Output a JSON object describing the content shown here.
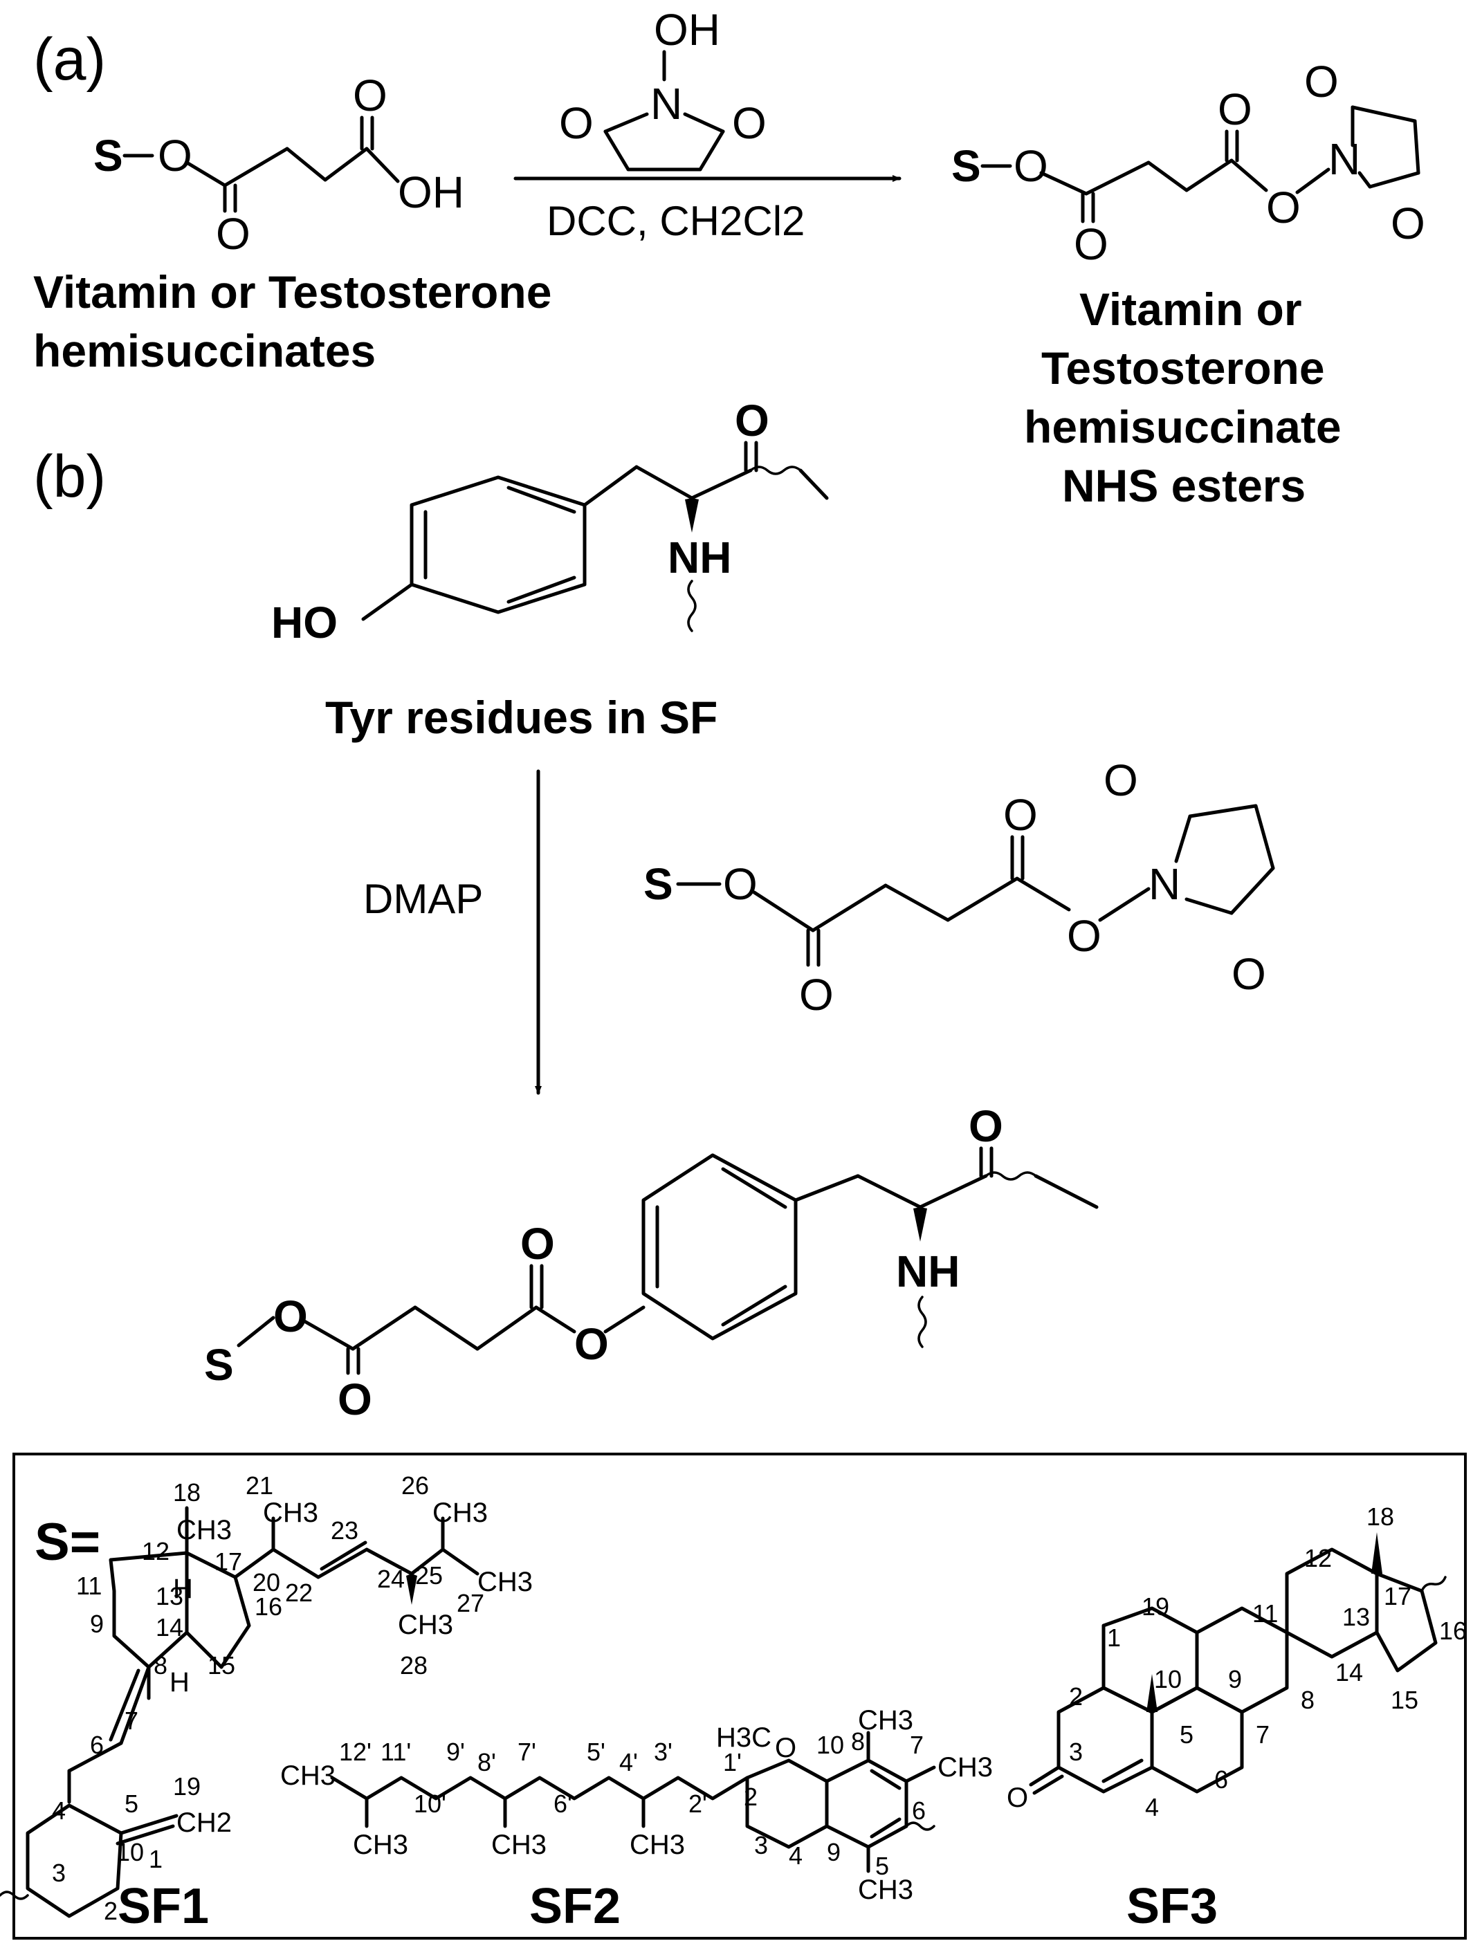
{
  "part_a": {
    "label": "(a)",
    "reactant_name_line1": "Vitamin or Testosterone",
    "reactant_name_line2": "hemisuccinates",
    "reagent": "DCC, CH2Cl2",
    "product_name_line1": "Vitamin or",
    "product_name_line2": "Testosterone",
    "product_name_line3": "hemisuccinate",
    "product_name_line4": "NHS esters"
  },
  "part_b": {
    "label": "(b)",
    "tyr_label": "Tyr residues in SF",
    "reagent": "DMAP"
  },
  "atoms": {
    "S": "S",
    "O": "O",
    "OH": "OH",
    "N": "N",
    "HO": "HO",
    "NH": "NH",
    "H": "H",
    "CH3": "CH3",
    "H3C": "H3C",
    "CH2": "CH2",
    "S_eq": "S="
  },
  "structures": {
    "sf1_label": "SF1",
    "sf2_label": "SF2",
    "sf3_label": "SF3"
  },
  "numbering": {
    "sf1": [
      "18",
      "21",
      "26",
      "12",
      "17",
      "20",
      "23",
      "24",
      "25",
      "11",
      "13",
      "22",
      "16",
      "27",
      "9",
      "14",
      "15",
      "28",
      "8",
      "7",
      "6",
      "5",
      "19",
      "4",
      "10",
      "3",
      "1",
      "2"
    ],
    "sf2": [
      "12'",
      "11'",
      "9'",
      "10'",
      "8'",
      "7'",
      "6'",
      "5'",
      "4'",
      "3'",
      "2'",
      "1'",
      "2",
      "10",
      "8",
      "7",
      "3",
      "4",
      "9",
      "6",
      "5"
    ],
    "sf3": [
      "18",
      "12",
      "19",
      "11",
      "13",
      "17",
      "1",
      "16",
      "2",
      "10",
      "9",
      "14",
      "3",
      "8",
      "15",
      "5",
      "7",
      "4",
      "6"
    ]
  }
}
